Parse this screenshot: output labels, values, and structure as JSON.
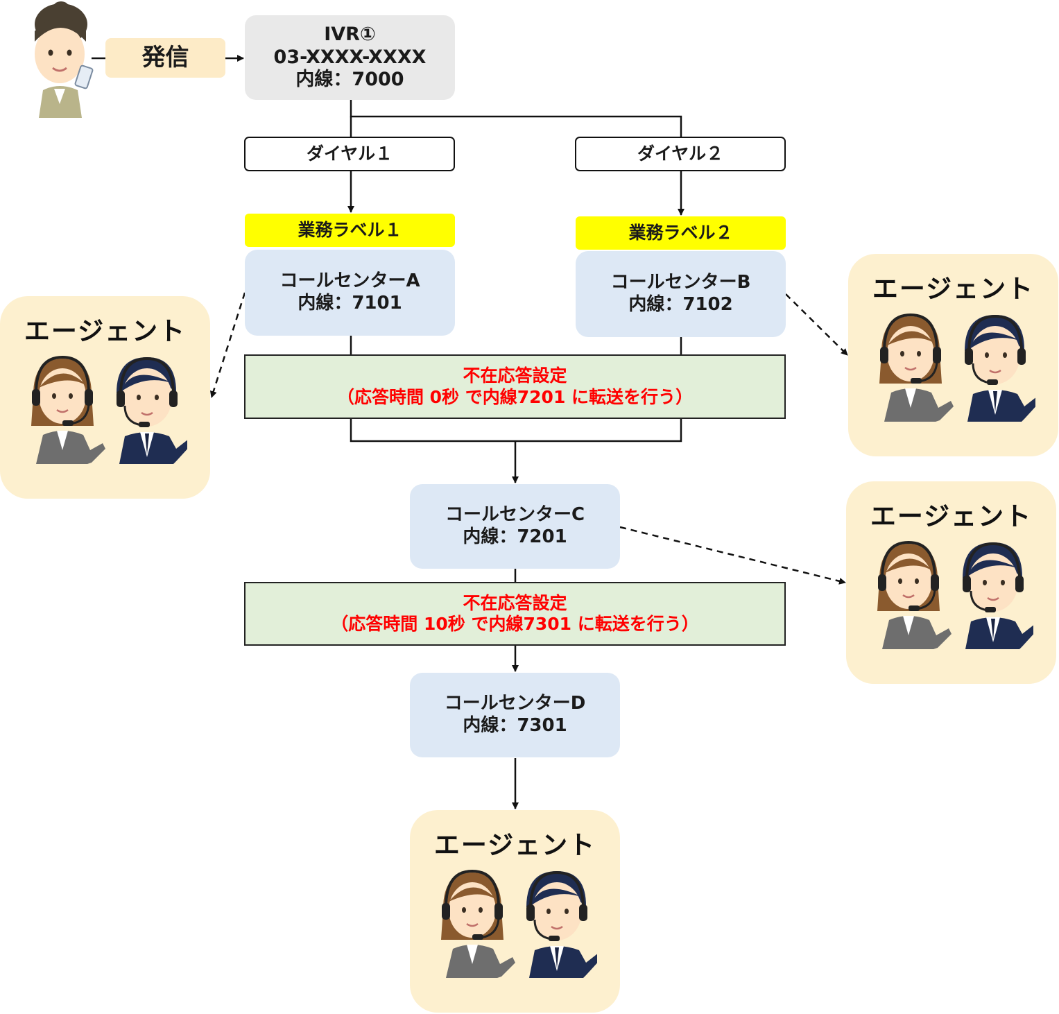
{
  "caller": {
    "send_label": "発信"
  },
  "ivr": {
    "line1": "IVR①",
    "line2": "03-XXXX-XXXX",
    "line3": "内線：7000"
  },
  "dials": [
    {
      "label": "ダイヤル１"
    },
    {
      "label": "ダイヤル２"
    }
  ],
  "business_labels": [
    {
      "label": "業務ラベル１"
    },
    {
      "label": "業務ラベル２"
    }
  ],
  "call_centers": [
    {
      "name": "コールセンターA",
      "ext": "内線：7101"
    },
    {
      "name": "コールセンターB",
      "ext": "内線：7102"
    },
    {
      "name": "コールセンターC",
      "ext": "内線：7201"
    },
    {
      "name": "コールセンターD",
      "ext": "内線：7301"
    }
  ],
  "absence_settings": [
    {
      "title": "不在応答設定",
      "detail": "（応答時間 0秒 で内線7201 に転送を行う）"
    },
    {
      "title": "不在応答設定",
      "detail": "（応答時間 10秒 で内線7301 に転送を行う）"
    }
  ],
  "agent_groups": [
    {
      "title": "エージェント"
    },
    {
      "title": "エージェント"
    },
    {
      "title": "エージェント"
    },
    {
      "title": "エージェント"
    }
  ],
  "colors": {
    "ivr_bg": "#e9e9e9",
    "send_bg": "#fdebc7",
    "business_label_bg": "#ffff00",
    "call_center_bg": "#dde8f5",
    "absence_bg": "#e2efd9",
    "absence_text": "#ff0000",
    "agent_card_bg": "#fdf0cf"
  }
}
